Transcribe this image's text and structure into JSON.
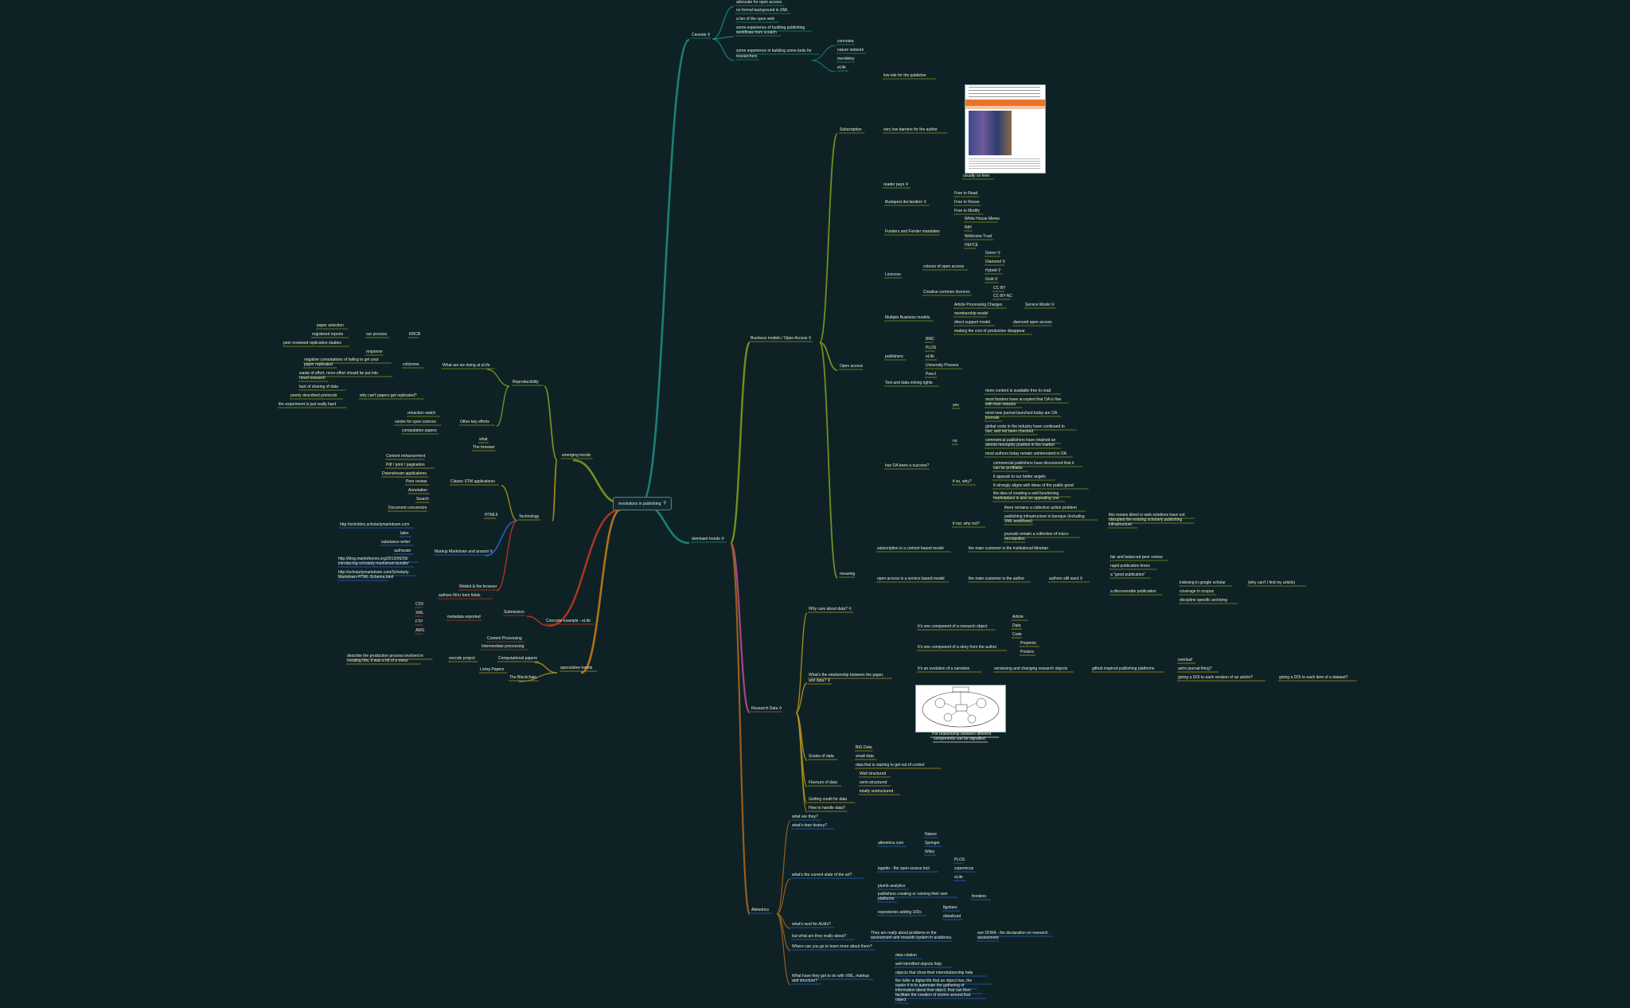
{
  "root": {
    "label": "revolutions in publishing"
  },
  "colors": {
    "background": "#0e2226",
    "teal": "#1f8a7e",
    "olive": "#7e9a1e",
    "gold": "#b3941a",
    "orange": "#c47a18",
    "red": "#c0391e",
    "blue": "#2b65c9",
    "pink": "#b64a8c",
    "brown": "#a8651a",
    "text": "#e4ecdc"
  },
  "labels": [
    [
      "Caveats ⚲",
      869,
      47,
      "t"
    ],
    [
      "advocate for open access",
      925,
      6,
      "t"
    ],
    [
      "no formal background in XML",
      925,
      16,
      "t"
    ],
    [
      "a fan of the open web",
      925,
      27,
      "t"
    ],
    [
      "some experience of building publishing",
      925,
      38,
      "t"
    ],
    [
      "workflows from scratch",
      925,
      44,
      "t"
    ],
    [
      "some experience in building some tools for",
      925,
      67,
      "t"
    ],
    [
      "researchers",
      925,
      74,
      "t"
    ],
    [
      "connotea",
      1052,
      55,
      "t"
    ],
    [
      "nature network",
      1052,
      66,
      "t"
    ],
    [
      "mendeley",
      1052,
      77,
      "t"
    ],
    [
      "eLife",
      1052,
      88,
      "t"
    ],
    [
      "low risk for the publisher",
      1110,
      98,
      "o"
    ],
    [
      "very low barriers for the author",
      1110,
      166,
      "o"
    ],
    [
      "reader pays ⚲",
      1110,
      235,
      "o"
    ],
    [
      "usually no fees",
      1210,
      224,
      "o"
    ],
    [
      "Subscription",
      1055,
      166,
      "o"
    ],
    [
      "Budapest declaration ⚲",
      1112,
      257,
      "o"
    ],
    [
      "Free to Read",
      1199,
      246,
      "o"
    ],
    [
      "Free to Reuse",
      1199,
      257,
      "o"
    ],
    [
      "Free to Modify",
      1199,
      268,
      "o"
    ],
    [
      "Funders and Funder mandates",
      1112,
      294,
      "o"
    ],
    [
      "White House Memo",
      1212,
      278,
      "o"
    ],
    [
      "NIH",
      1212,
      289,
      "o"
    ],
    [
      "Wellcome Trust",
      1212,
      300,
      "o"
    ],
    [
      "HEFCE",
      1212,
      311,
      "o"
    ],
    [
      "colours of open access",
      1160,
      338,
      "o"
    ],
    [
      "Green ⚲",
      1238,
      321,
      "o"
    ],
    [
      "Diamond ⚲",
      1238,
      332,
      "o"
    ],
    [
      "Hybrid ⚲",
      1238,
      343,
      "o"
    ],
    [
      "Gold ⚲",
      1238,
      354,
      "o"
    ],
    [
      "Licences",
      1112,
      348,
      "o"
    ],
    [
      "Creative common licences",
      1160,
      370,
      "o"
    ],
    [
      "CC-BY",
      1248,
      365,
      "o"
    ],
    [
      "CC-BY-NC",
      1248,
      375,
      "o"
    ],
    [
      "Multiple Business models",
      1112,
      402,
      "o"
    ],
    [
      "Article Processing Charges",
      1199,
      386,
      "o"
    ],
    [
      "Service Model ⚲",
      1288,
      386,
      "o"
    ],
    [
      "membership model",
      1199,
      397,
      "o"
    ],
    [
      "direct support model",
      1199,
      408,
      "o"
    ],
    [
      "diamond open access",
      1273,
      408,
      "o"
    ],
    [
      "making the cost of production disappear",
      1199,
      419,
      "o"
    ],
    [
      "publishers",
      1112,
      451,
      "o"
    ],
    [
      "BMC",
      1163,
      429,
      "o"
    ],
    [
      "PLOS",
      1163,
      440,
      "o"
    ],
    [
      "eLife",
      1163,
      451,
      "o"
    ],
    [
      "University Presses",
      1163,
      462,
      "o"
    ],
    [
      "PeerJ",
      1163,
      473,
      "o"
    ],
    [
      "Text and data mining rights",
      1112,
      484,
      "o"
    ],
    [
      "Open access",
      1055,
      463,
      "o"
    ],
    [
      "Business models / Open Access ⚲",
      943,
      428,
      "o"
    ],
    [
      "yes",
      1197,
      512,
      "o"
    ],
    [
      "more content is available free to read",
      1238,
      494,
      "o"
    ],
    [
      "most funders have accepted that OA is fine",
      1238,
      505,
      "o"
    ],
    [
      "with their mission",
      1238,
      511,
      "o"
    ],
    [
      "most new journal launched today are OA",
      1238,
      522,
      "o"
    ],
    [
      "journals",
      1238,
      528,
      "o"
    ],
    [
      "no",
      1197,
      557,
      "o"
    ],
    [
      "global costs in the industry have continued to",
      1238,
      539,
      "o"
    ],
    [
      "rise, and not been checked",
      1238,
      545,
      "o"
    ],
    [
      "commerical publishers have retained an",
      1238,
      556,
      "o"
    ],
    [
      "almost monopoly position in the market",
      1238,
      562,
      "o"
    ],
    [
      "most authors today remain uninterested in OA",
      1238,
      573,
      "o"
    ],
    [
      "if so, why?",
      1197,
      608,
      "o"
    ],
    [
      "commercial publishers have discovered that it",
      1248,
      585,
      "o"
    ],
    [
      "can be profitable",
      1248,
      591,
      "o"
    ],
    [
      "it appeals to our better angels",
      1248,
      602,
      "o"
    ],
    [
      "It strongly aligns with ideas of the public good",
      1248,
      613,
      "o"
    ],
    [
      "the idea of creating a well functioning",
      1248,
      623,
      "o"
    ],
    [
      "marketplace is also an appealing one",
      1248,
      629,
      "o"
    ],
    [
      "if not, why not?",
      1197,
      661,
      "o"
    ],
    [
      "there remains a collective action problem",
      1262,
      641,
      "o"
    ],
    [
      "publishing infrastructure is baroque (including",
      1262,
      652,
      "o"
    ],
    [
      "XML workflows)",
      1262,
      658,
      "o"
    ],
    [
      "this means direct to web solutions have not",
      1393,
      650,
      "o"
    ],
    [
      "disrupted the existing scholarly publishing",
      1393,
      656,
      "o"
    ],
    [
      "infrastructure",
      1393,
      662,
      "o"
    ],
    [
      "journals remain a collection of micro-",
      1262,
      674,
      "o"
    ],
    [
      "monopolies",
      1262,
      680,
      "o"
    ],
    [
      "has OA been a success?",
      1112,
      588,
      "o"
    ],
    [
      "subscription is a content based model",
      1102,
      692,
      "o"
    ],
    [
      "the main customer is the institutional librarian",
      1217,
      692,
      "o"
    ],
    [
      "open access is a service based model",
      1102,
      730,
      "o"
    ],
    [
      "the main customer is the author",
      1217,
      730,
      "o"
    ],
    [
      "authors still want ⚲",
      1318,
      730,
      "o"
    ],
    [
      "fair and balanced peer review",
      1395,
      703,
      "o"
    ],
    [
      "rapid publication times",
      1395,
      714,
      "o"
    ],
    [
      "a \"good publication\"",
      1395,
      725,
      "o"
    ],
    [
      "a discoverable publication",
      1395,
      746,
      "o"
    ],
    [
      "indexing in google scholar",
      1482,
      735,
      "o"
    ],
    [
      "(why can't I find my article)",
      1568,
      735,
      "o"
    ],
    [
      "coverage in scopus",
      1482,
      746,
      "o"
    ],
    [
      "discipline specific archiving",
      1482,
      757,
      "o"
    ],
    [
      "meaning",
      1055,
      724,
      "o"
    ],
    [
      "dominant trends ⚲",
      869,
      680,
      "t"
    ],
    [
      "Why care about data? ⚲",
      1016,
      768,
      "g"
    ],
    [
      "It's one component of a research object",
      1153,
      790,
      "g"
    ],
    [
      "Article",
      1272,
      778,
      "g"
    ],
    [
      "Data",
      1272,
      789,
      "g"
    ],
    [
      "Code",
      1272,
      800,
      "g"
    ],
    [
      "It's one component of a story from the author",
      1153,
      816,
      "g"
    ],
    [
      "Preprints",
      1282,
      811,
      "g"
    ],
    [
      "Posters",
      1282,
      822,
      "g"
    ],
    [
      "It's an evolution of a narrative",
      1153,
      843,
      "g"
    ],
    [
      "versioning and changing research objects",
      1249,
      843,
      "g"
    ],
    [
      "github inspired publishing platforms",
      1372,
      843,
      "g"
    ],
    [
      "overleaf",
      1480,
      832,
      "g"
    ],
    [
      "astro journal thing?",
      1480,
      843,
      "g"
    ],
    [
      "giving a DOI to each revision of an article?",
      1480,
      854,
      "g"
    ],
    [
      "giving a DOI to each item of a dataset?",
      1607,
      854,
      "g"
    ],
    [
      "What's the relationship between the paper,",
      1016,
      851,
      "g"
    ],
    [
      "and data? ⚲",
      1016,
      858,
      "g"
    ],
    [
      "The relationship between different",
      1170,
      925,
      "c"
    ],
    [
      "components can be signalled",
      1173,
      931,
      "c"
    ],
    [
      "Research Data ⚲",
      944,
      893,
      "p"
    ],
    [
      "BIG Data",
      1075,
      942,
      "g"
    ],
    [
      "small data",
      1075,
      953,
      "g"
    ],
    [
      "data that is starting to get out of control",
      1075,
      964,
      "g"
    ],
    [
      "Scales of data",
      1016,
      953,
      "g"
    ],
    [
      "Well structured",
      1080,
      975,
      "g"
    ],
    [
      "semi-structured",
      1080,
      986,
      "g"
    ],
    [
      "totally unstructured",
      1080,
      997,
      "g"
    ],
    [
      "Flavours of data",
      1016,
      986,
      "g"
    ],
    [
      "Getting credit for data",
      1016,
      1007,
      "g"
    ],
    [
      "How to handle data?",
      1016,
      1018,
      "g"
    ],
    [
      "what are they?",
      995,
      1029,
      "b"
    ],
    [
      "what's their history?",
      995,
      1040,
      "b"
    ],
    [
      "altmetrics.com",
      1103,
      1062,
      "b"
    ],
    [
      "Nature",
      1162,
      1051,
      "b"
    ],
    [
      "Springer",
      1162,
      1062,
      "b"
    ],
    [
      "Wiley",
      1162,
      1073,
      "b"
    ],
    [
      "lagotto - the open source tool",
      1103,
      1094,
      "b"
    ],
    [
      "PLOS",
      1199,
      1083,
      "b"
    ],
    [
      "copernicus",
      1199,
      1094,
      "b"
    ],
    [
      "eLife",
      1199,
      1105,
      "b"
    ],
    [
      "plumb analytics",
      1103,
      1116,
      "b"
    ],
    [
      "publishers creating or running their own",
      1103,
      1126,
      "b"
    ],
    [
      "platforms",
      1103,
      1132,
      "b"
    ],
    [
      "frontiers",
      1221,
      1129,
      "b"
    ],
    [
      "repositories adding UIDs",
      1103,
      1149,
      "b"
    ],
    [
      "figshare",
      1185,
      1143,
      "b"
    ],
    [
      "datadryad",
      1185,
      1154,
      "b"
    ],
    [
      "what's the current state of the art?",
      995,
      1102,
      "b"
    ],
    [
      "Altmetrics",
      944,
      1146,
      "b"
    ],
    [
      "what's next for ALMs?",
      995,
      1164,
      "b"
    ],
    [
      "but what are they really about?",
      995,
      1179,
      "b"
    ],
    [
      "They are really about problems in the",
      1094,
      1175,
      "b"
    ],
    [
      "assessment and rewards system in academia",
      1094,
      1181,
      "b"
    ],
    [
      "see DORA - the declaration on research",
      1228,
      1175,
      "b"
    ],
    [
      "assessment",
      1228,
      1181,
      "b"
    ],
    [
      "Where can you go to learn more about them?",
      995,
      1192,
      "b"
    ],
    [
      "What have they got to do with XML, markup",
      995,
      1229,
      "b"
    ],
    [
      "and structure?",
      995,
      1235,
      "b"
    ],
    [
      "data citation",
      1125,
      1203,
      "b"
    ],
    [
      "well identified objects help",
      1125,
      1214,
      "b"
    ],
    [
      "objects that show their interrelationship help",
      1125,
      1225,
      "b"
    ],
    [
      "the fuller a digital life that an object has, the",
      1125,
      1235,
      "b"
    ],
    [
      "easier it is to automate the gathering of",
      1125,
      1241,
      "b"
    ],
    [
      "information about that object, that can then",
      1125,
      1247,
      "b"
    ],
    [
      "facilitate the creation of stories around that",
      1125,
      1253,
      "b"
    ],
    [
      "object",
      1125,
      1259,
      "b"
    ],
    [
      "emerging trends",
      706,
      575,
      "o"
    ],
    [
      "Reproducibility",
      644,
      483,
      "o"
    ],
    [
      "What are we doing at eLife",
      556,
      462,
      "o"
    ],
    [
      "RRCB",
      514,
      423,
      "o"
    ],
    [
      "our process",
      460,
      423,
      "o"
    ],
    [
      "paper selection",
      398,
      412,
      "o"
    ],
    [
      "registered reports",
      392,
      423,
      "o"
    ],
    [
      "peer reviewed replication studies",
      356,
      434,
      "o"
    ],
    [
      "criticisms",
      506,
      461,
      "o"
    ],
    [
      "response",
      460,
      445,
      "o"
    ],
    [
      "negative connotations of failing to get your",
      382,
      455,
      "o"
    ],
    [
      "paper replicated",
      382,
      461,
      "o"
    ],
    [
      "waste of effort, more effort should be put into",
      376,
      472,
      "o"
    ],
    [
      "novel research",
      376,
      478,
      "o"
    ],
    [
      "why can't papers get replicated?",
      452,
      500,
      "o"
    ],
    [
      "lack of sharing of data",
      376,
      489,
      "o"
    ],
    [
      "poorly described protocols",
      365,
      500,
      "o"
    ],
    [
      "the experiment is just really hard",
      350,
      511,
      "o"
    ],
    [
      "Other key efforts",
      578,
      533,
      "o"
    ],
    [
      "retraction watch",
      512,
      522,
      "o"
    ],
    [
      "centre for open science",
      496,
      533,
      "o"
    ],
    [
      "computation papers",
      505,
      544,
      "o"
    ],
    [
      "Technology",
      652,
      652,
      "g"
    ],
    [
      "what",
      602,
      555,
      "g"
    ],
    [
      "The browser",
      594,
      565,
      "g"
    ],
    [
      "Classic STM applications",
      566,
      608,
      "g"
    ],
    [
      "Content enhancement",
      485,
      576,
      "g"
    ],
    [
      "Pdf / print / pagination",
      485,
      587,
      "g"
    ],
    [
      "Downstream applications",
      480,
      598,
      "g"
    ],
    [
      "Peer review",
      510,
      608,
      "g"
    ],
    [
      "Annotation",
      513,
      619,
      "g"
    ],
    [
      "Search",
      523,
      630,
      "g"
    ],
    [
      "Document conversion",
      488,
      641,
      "g"
    ],
    [
      "HTML5",
      609,
      650,
      "g"
    ],
    [
      "Markup Markdown and around ⚲",
      546,
      696,
      "b"
    ],
    [
      "http://scholdoc.scholarlymarkdown.com",
      427,
      662,
      "b"
    ],
    [
      "latex",
      503,
      673,
      "b"
    ],
    [
      "substance writer",
      479,
      684,
      "b"
    ],
    [
      "authorate",
      495,
      695,
      "b"
    ],
    [
      "http://blog.martinfenner.org/2013/06/29/",
      425,
      705,
      "b"
    ],
    [
      "introducing-scholarly-markdown-bundle/",
      425,
      711,
      "b"
    ],
    [
      "http://scholarlymarkdown.com/Scholarly-",
      425,
      722,
      "b"
    ],
    [
      "Markdown-HTML-Schema.html",
      425,
      728,
      "b"
    ],
    [
      "Webkit & the browser",
      577,
      740,
      "r"
    ],
    [
      "Concrete example - eLife",
      686,
      783,
      "r"
    ],
    [
      "Submission",
      633,
      772,
      "r"
    ],
    [
      "authors fill in form fields",
      551,
      751,
      "r"
    ],
    [
      "metadata exported",
      562,
      778,
      "r"
    ],
    [
      "CSV",
      522,
      762,
      "r"
    ],
    [
      "XML",
      522,
      773,
      "r"
    ],
    [
      "FTP",
      522,
      784,
      "r"
    ],
    [
      "AWS",
      522,
      795,
      "r"
    ],
    [
      "Content Processing",
      612,
      805,
      "r"
    ],
    [
      "Intermediate processing",
      605,
      815,
      "r"
    ],
    [
      "speculative trends",
      704,
      842,
      "g"
    ],
    [
      "Computational papers",
      626,
      830,
      "g"
    ],
    [
      "encode project",
      564,
      830,
      "g"
    ],
    [
      "describe the production process involved in",
      436,
      827,
      "g"
    ],
    [
      "creating this, it was a bit of a mess",
      436,
      833,
      "g"
    ],
    [
      "Living Papers",
      603,
      844,
      "g"
    ],
    [
      "The Blockchain",
      640,
      854,
      "g"
    ]
  ]
}
